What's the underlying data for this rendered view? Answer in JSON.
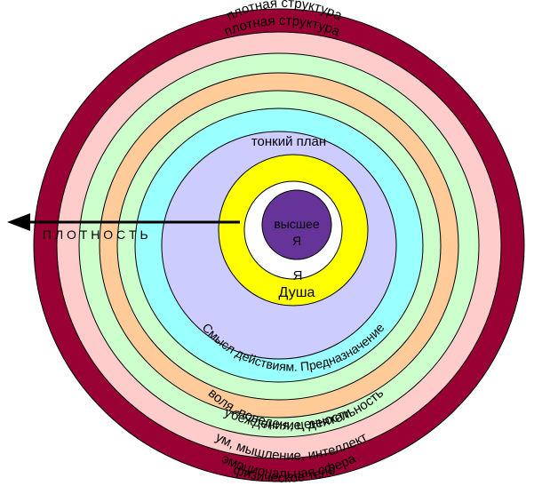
{
  "diagram": {
    "rings": [
      {
        "id": "dense-structure-outer",
        "color": "#990033"
      },
      {
        "id": "dense-structure",
        "color": "#ffcccc"
      },
      {
        "id": "emotional-sphere",
        "color": "#ccffcc"
      },
      {
        "id": "mind",
        "color": "#ffcc99"
      },
      {
        "id": "beliefs",
        "color": "#ccffcc"
      },
      {
        "id": "will",
        "color": "#99ffff"
      },
      {
        "id": "subtle-plane",
        "color": "#ccccff"
      },
      {
        "id": "soul",
        "color": "#ffff00"
      },
      {
        "id": "self",
        "color": "#ffffff"
      },
      {
        "id": "higher-self",
        "color": "#663399"
      }
    ],
    "labels": {
      "top_outer": "плотная структура",
      "top_inner": "плотная структура",
      "subtle_plane": "тонкий план",
      "higher_self_line1": "высшее",
      "higher_self_line2": "Я",
      "self": "Я",
      "soul": "Душа",
      "meaning": "Смысл действиям. Предназначение",
      "will": "воля, поведение, деятельность",
      "beliefs": "убеждения, ценности",
      "mind": "ум, мышление, интеллект",
      "emotional": "эмоциональная сфера",
      "physical": "физическое тело",
      "density": "П Л О Т Н О С Т Ь"
    }
  }
}
